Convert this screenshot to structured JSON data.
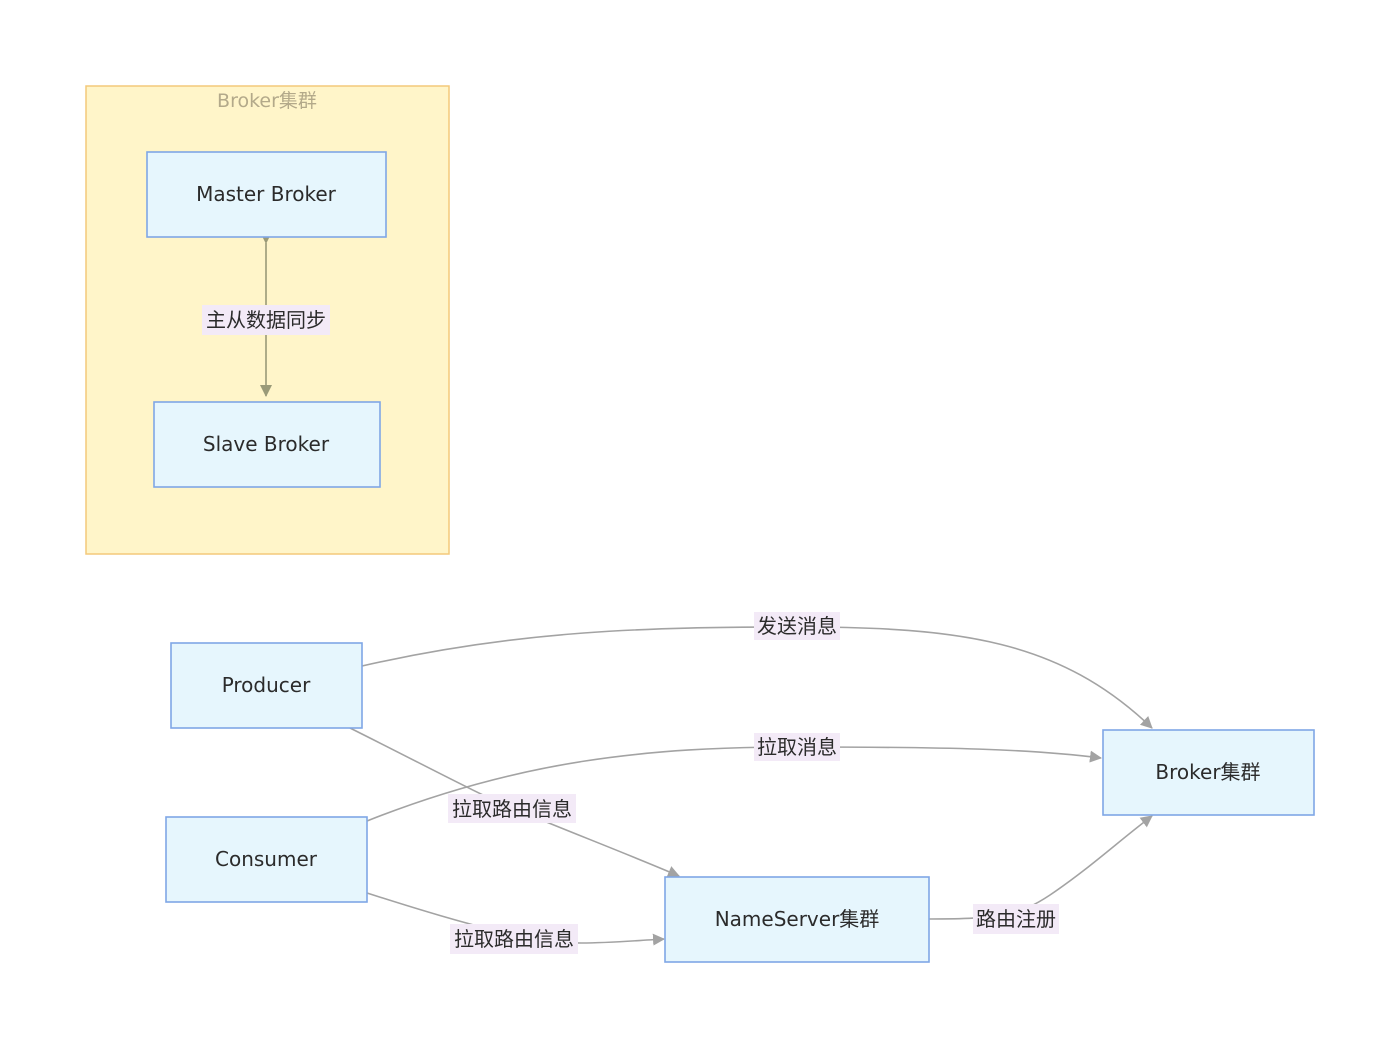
{
  "cluster": {
    "title": "Broker集群"
  },
  "nodes": {
    "master": "Master Broker",
    "slave": "Slave Broker",
    "producer": "Producer",
    "consumer": "Consumer",
    "broker_cluster": "Broker集群",
    "nameserver": "NameServer集群"
  },
  "edges": {
    "sync": "主从数据同步",
    "send": "发送消息",
    "pull": "拉取消息",
    "producer_route": "拉取路由信息",
    "consumer_route": "拉取路由信息",
    "register": "路由注册"
  },
  "colors": {
    "cluster_fill": "#fff5c9",
    "cluster_border": "#f4c97a",
    "node_fill": "#e6f6fd",
    "node_border": "#7fa7e6",
    "edge": "#a3a3a3",
    "label_bg": "#f3eaf7"
  }
}
